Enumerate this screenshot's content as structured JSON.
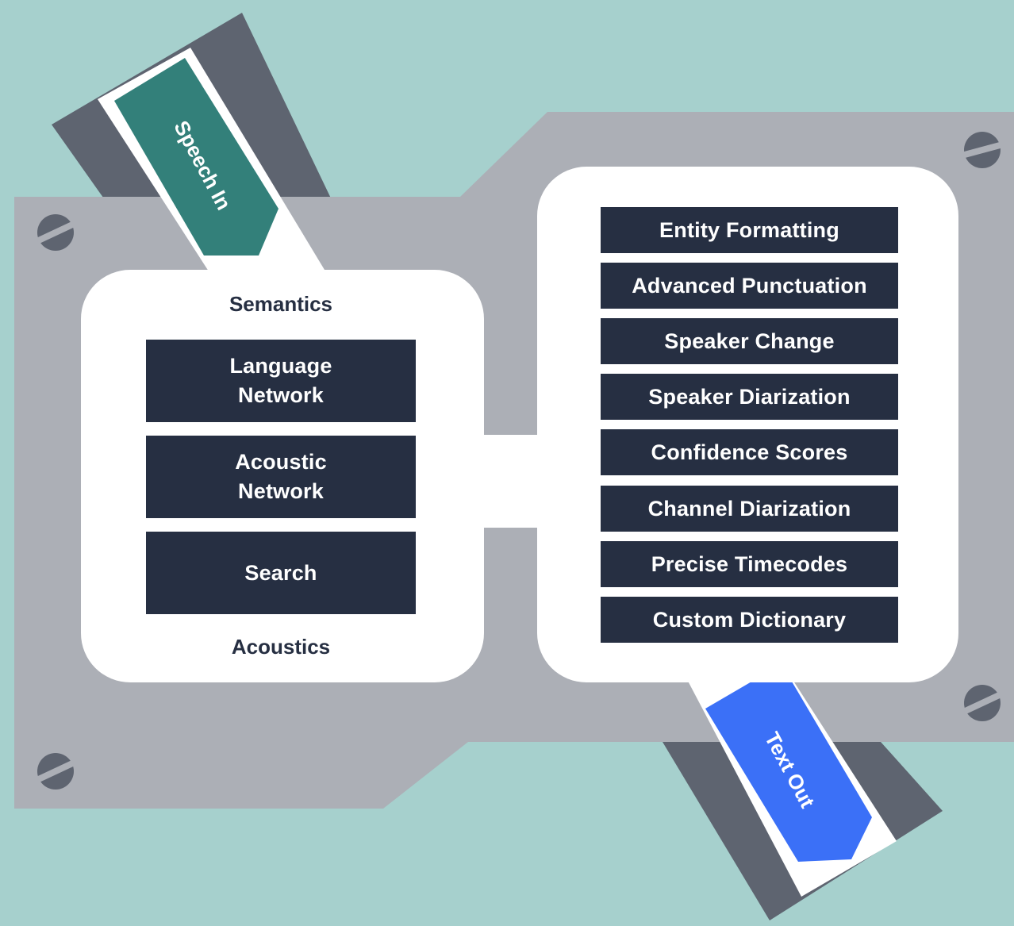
{
  "colors": {
    "background": "#a6d0cd",
    "plate": "#acafb6",
    "dark_gray": "#5e6470",
    "bar": "#262f42",
    "speech_tag": "#33807a",
    "text_tag": "#3b70f7",
    "panel": "#ffffff"
  },
  "input_tag": {
    "label": "Speech In",
    "icon": "arrow-tag"
  },
  "output_tag": {
    "label": "Text Out",
    "icon": "arrow-tag"
  },
  "left_panel": {
    "top_label": "Semantics",
    "bottom_label": "Acoustics",
    "blocks": [
      "Language\nNetwork",
      "Acoustic\nNetwork",
      "Search"
    ]
  },
  "right_panel": {
    "features": [
      "Entity Formatting",
      "Advanced Punctuation",
      "Speaker Change",
      "Speaker Diarization",
      "Confidence Scores",
      "Channel Diarization",
      "Precise Timecodes",
      "Custom Dictionary"
    ]
  }
}
